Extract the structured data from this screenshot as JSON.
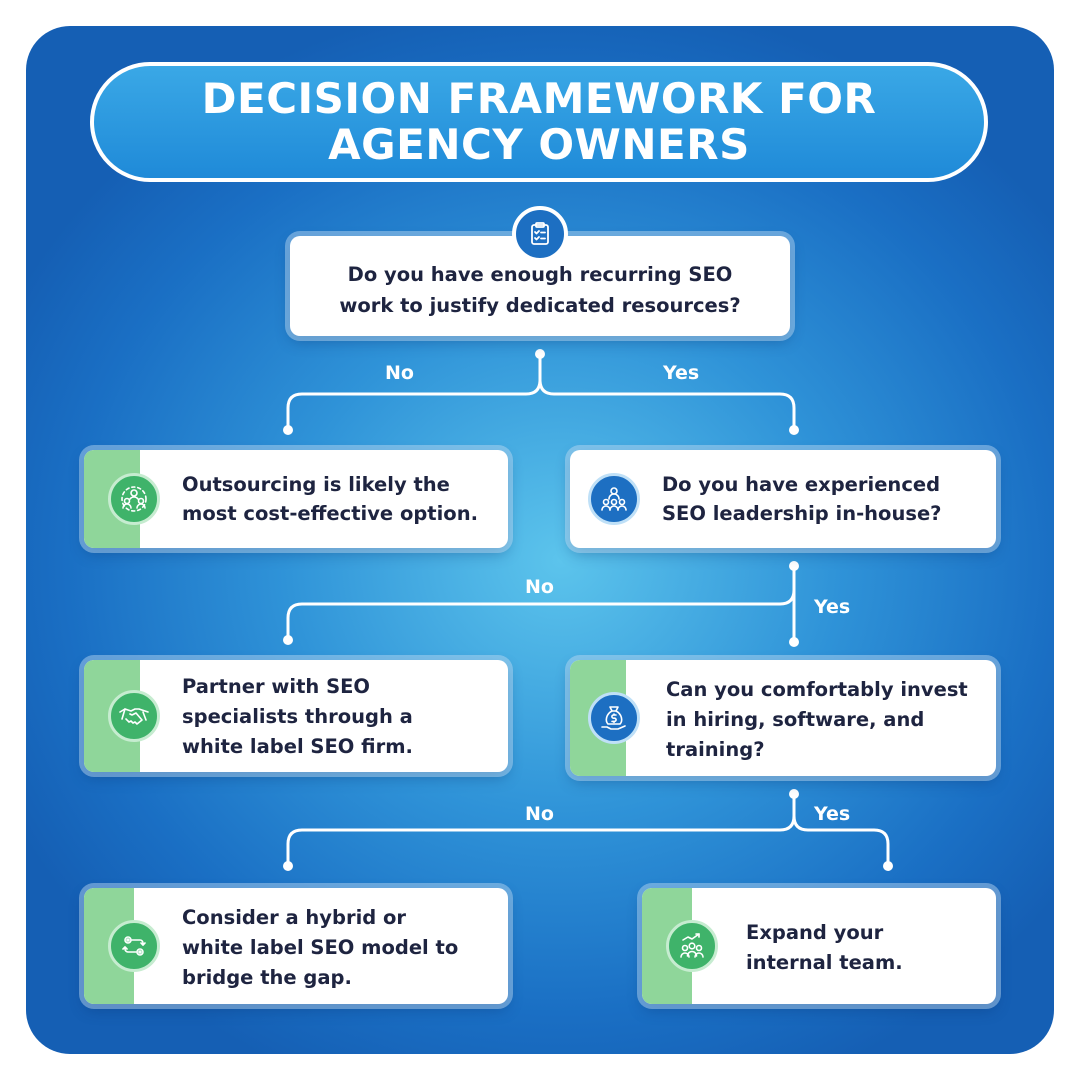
{
  "title": {
    "line1": "DECISION FRAMEWORK FOR",
    "line2": "AGENCY OWNERS"
  },
  "nodes": {
    "q1": {
      "line1": "Do you have enough recurring SEO",
      "line2": "work to justify dedicated resources?",
      "icon": "checklist-icon"
    },
    "outsource": {
      "line1": "Outsourcing is likely the",
      "line2": "most cost-effective option.",
      "icon": "team-network-icon"
    },
    "q2": {
      "line1": "Do you have experienced",
      "line2": "SEO leadership in-house?",
      "icon": "leadership-icon"
    },
    "partner": {
      "line1": "Partner with SEO",
      "line2": "specialists through a",
      "line3": "white label SEO firm.",
      "icon": "handshake-icon"
    },
    "q3": {
      "line1": "Can you comfortably invest",
      "line2": "in hiring, software, and",
      "line3": "training?",
      "icon": "money-bag-icon"
    },
    "hybrid": {
      "line1": "Consider a hybrid or",
      "line2": "white label SEO model to",
      "line3": "bridge the gap.",
      "icon": "hybrid-process-icon"
    },
    "expand": {
      "line1": "Expand your",
      "line2": "internal team.",
      "icon": "team-growth-icon"
    }
  },
  "edges": {
    "q1_no": "No",
    "q1_yes": "Yes",
    "q2_no": "No",
    "q2_yes": "Yes",
    "q3_no": "No",
    "q3_yes": "Yes"
  },
  "colors": {
    "background_dark": "#155fb4",
    "background_light": "#5cc4ec",
    "accent_green": "#3fb36a",
    "stripe_green": "#8fd69a",
    "icon_blue": "#1d6fc2",
    "text_dark": "#1e2440"
  }
}
